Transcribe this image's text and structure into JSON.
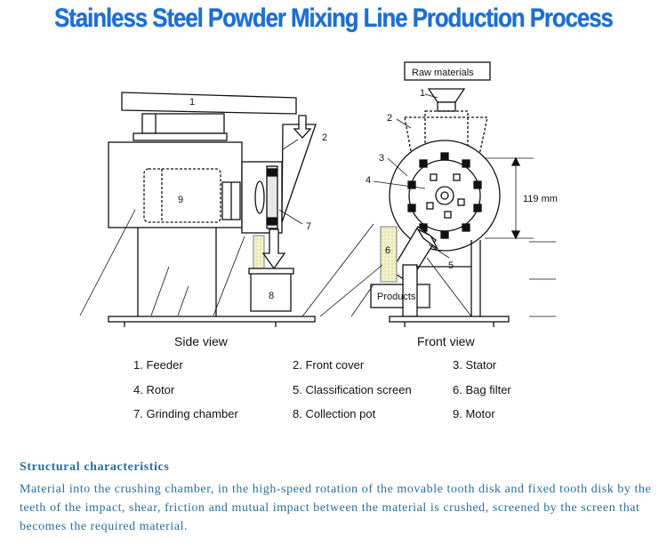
{
  "title": "Stainless Steel Powder Mixing Line Production Process",
  "diagram": {
    "raw_materials": "Raw materials",
    "dimension": "119 mm",
    "products": "Products",
    "side_view": "Side view",
    "front_view": "Front view",
    "numbers": {
      "n1": "1",
      "n2": "2",
      "n3": "3",
      "n4": "4",
      "n5": "5",
      "n6": "6",
      "n7": "7",
      "n8": "8",
      "n9": "9"
    }
  },
  "legend": [
    "1. Feeder",
    "2. Front cover",
    "3. Stator",
    "4. Rotor",
    "5. Classification screen",
    "6. Bag filter",
    "7. Grinding chamber",
    "8. Collection pot",
    "9. Motor"
  ],
  "structural": {
    "heading": "Structural characteristics",
    "body": "Material into the crushing chamber, in the high-speed rotation of the movable tooth disk and fixed tooth disk by the teeth of the impact, shear, friction and mutual impact between the material is crushed, screened by the screen that becomes the required material."
  }
}
